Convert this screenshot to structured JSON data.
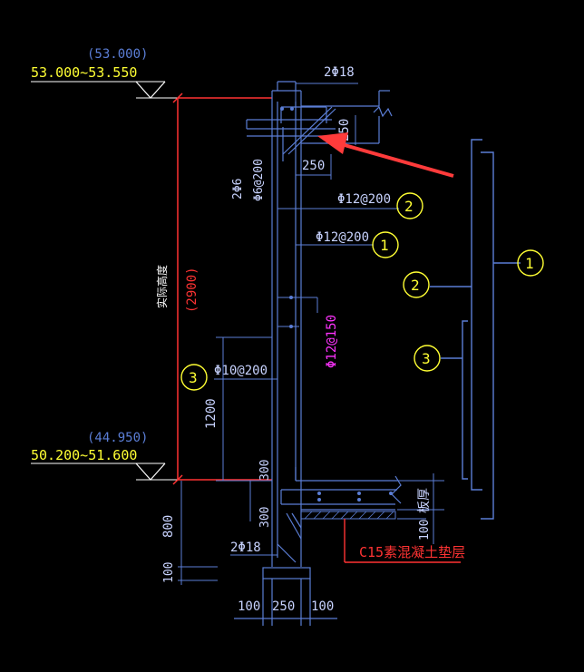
{
  "elevations": {
    "top_ref": "(53.000)",
    "top_range": "53.000~53.550",
    "bottom_ref": "(44.950)",
    "bottom_range": "50.200~51.600"
  },
  "labels": {
    "top_rebar": "2Φ18",
    "bottom_rebar": "2Φ18",
    "dim_250_v": "250",
    "dim_250_h": "250",
    "stirrup": "2Φ6",
    "stirrup_spacing": "Φ6@200",
    "rebar_2": "Φ12@200",
    "rebar_1": "Φ12@200",
    "rebar_mid": "Φ12@150",
    "rebar_3": "Φ10@200",
    "actual_height": "实际高度",
    "actual_height_value": "(2900)",
    "dim_1200": "1200",
    "dim_300_a": "300",
    "dim_300_b": "300",
    "dim_800": "800",
    "dim_100_left": "100",
    "dim_100_right": "100",
    "slab_thickness": "板厚",
    "cushion": "C15素混凝土垫层",
    "base_100_a": "100",
    "base_250": "250",
    "base_100_b": "100"
  },
  "markers": {
    "m1": "1",
    "m2": "2",
    "m3": "3",
    "legend_1": "1",
    "legend_2": "2",
    "legend_3": "3"
  },
  "colors": {
    "background": "#000000",
    "line": "#5b7ed6",
    "text_blue": "#c8d3ff",
    "yellow": "#ffff33",
    "red": "#ff3333",
    "magenta": "#ff33ff",
    "white": "#ffffff",
    "arrow": "#ff3b3b"
  }
}
